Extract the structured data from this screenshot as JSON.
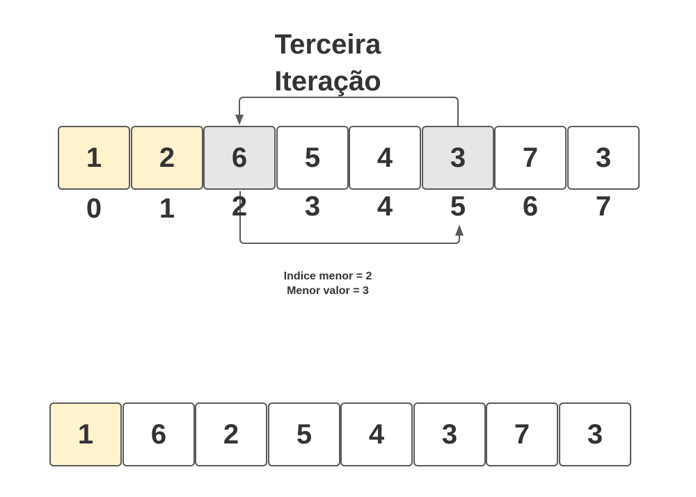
{
  "title_line1": "Terceira",
  "title_line2": "Iteração",
  "top_array": [
    {
      "value": "1",
      "state": "sorted"
    },
    {
      "value": "2",
      "state": "sorted"
    },
    {
      "value": "6",
      "state": "compare"
    },
    {
      "value": "5",
      "state": "normal"
    },
    {
      "value": "4",
      "state": "normal"
    },
    {
      "value": "3",
      "state": "compare"
    },
    {
      "value": "7",
      "state": "normal"
    },
    {
      "value": "3",
      "state": "normal"
    }
  ],
  "indices": [
    "0",
    "1",
    "2",
    "3",
    "4",
    "5",
    "6",
    "7"
  ],
  "info": {
    "line1": "Indice menor = 2",
    "line2": "Menor valor = 3"
  },
  "bottom_array": [
    {
      "value": "1",
      "state": "sorted"
    },
    {
      "value": "6",
      "state": "normal"
    },
    {
      "value": "2",
      "state": "normal"
    },
    {
      "value": "5",
      "state": "normal"
    },
    {
      "value": "4",
      "state": "normal"
    },
    {
      "value": "3",
      "state": "normal"
    },
    {
      "value": "7",
      "state": "normal"
    },
    {
      "value": "3",
      "state": "normal"
    }
  ],
  "colors": {
    "sorted": "#fff2cc",
    "compare": "#e6e6e6",
    "normal": "#ffffff",
    "border": "#5a5a5a",
    "arrow": "#5a5a5a"
  }
}
